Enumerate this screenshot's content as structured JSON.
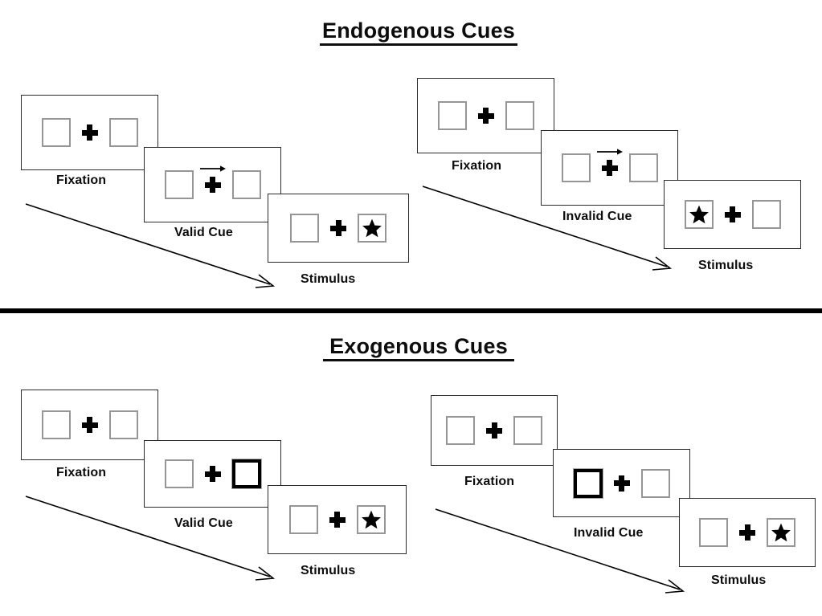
{
  "sections": [
    {
      "id": "endogenous",
      "title": "Endogenous Cues",
      "cue_type": "arrow",
      "conditions": [
        {
          "id": "endogenous-valid",
          "panels": [
            {
              "name": "fixation",
              "caption": "Fixation",
              "cue": "none",
              "target": "none"
            },
            {
              "name": "cue",
              "caption": "Valid Cue",
              "cue": "arrow-right",
              "target": "none"
            },
            {
              "name": "stimulus",
              "caption": "Stimulus",
              "cue": "none",
              "target": "right"
            }
          ]
        },
        {
          "id": "endogenous-invalid",
          "panels": [
            {
              "name": "fixation",
              "caption": "Fixation",
              "cue": "none",
              "target": "none"
            },
            {
              "name": "cue",
              "caption": "Invalid Cue",
              "cue": "arrow-right",
              "target": "none"
            },
            {
              "name": "stimulus",
              "caption": "Stimulus",
              "cue": "none",
              "target": "left"
            }
          ]
        }
      ]
    },
    {
      "id": "exogenous",
      "title": "Exogenous Cues",
      "cue_type": "box-flash",
      "conditions": [
        {
          "id": "exogenous-valid",
          "panels": [
            {
              "name": "fixation",
              "caption": "Fixation",
              "cue": "none",
              "target": "none"
            },
            {
              "name": "cue",
              "caption": "Valid Cue",
              "cue": "box-right",
              "target": "none"
            },
            {
              "name": "stimulus",
              "caption": "Stimulus",
              "cue": "none",
              "target": "right"
            }
          ]
        },
        {
          "id": "exogenous-invalid",
          "panels": [
            {
              "name": "fixation",
              "caption": "Fixation",
              "cue": "none",
              "target": "none"
            },
            {
              "name": "cue",
              "caption": "Invalid Cue",
              "cue": "box-left",
              "target": "none"
            },
            {
              "name": "stimulus",
              "caption": "Stimulus",
              "cue": "none",
              "target": "right"
            }
          ]
        }
      ]
    }
  ],
  "icons": {
    "star": "star-icon",
    "plus": "fixation-cross-icon",
    "arrow_cue": "arrow-right-icon",
    "flow": "time-flow-arrow-icon"
  },
  "colors": {
    "frame_border": "#2b2b2b",
    "box_border": "#969696",
    "cued_box_border": "#000000",
    "text": "#0d0d0d",
    "divider": "#000000",
    "background": "#ffffff"
  }
}
